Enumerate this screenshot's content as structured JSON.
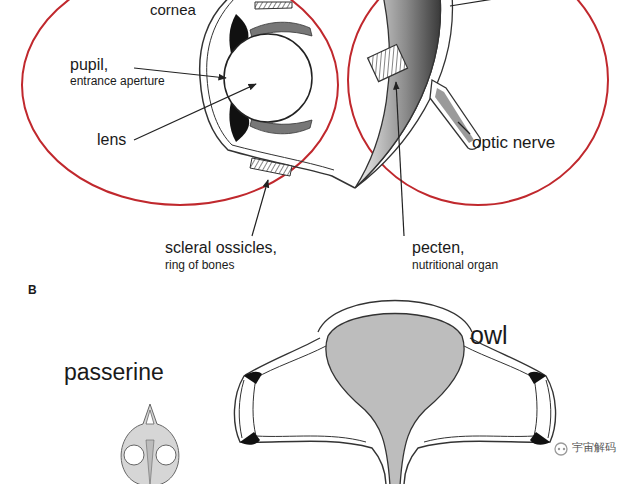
{
  "diagram": {
    "labels": [
      "cornea",
      "pupil,",
      "entrance aperture",
      "lens",
      "scleral ossicles,",
      "ring of bones",
      "pecten,",
      "nutritional organ",
      "optic nerve",
      "B",
      "passerine",
      "owl",
      "宇宙解码"
    ]
  }
}
